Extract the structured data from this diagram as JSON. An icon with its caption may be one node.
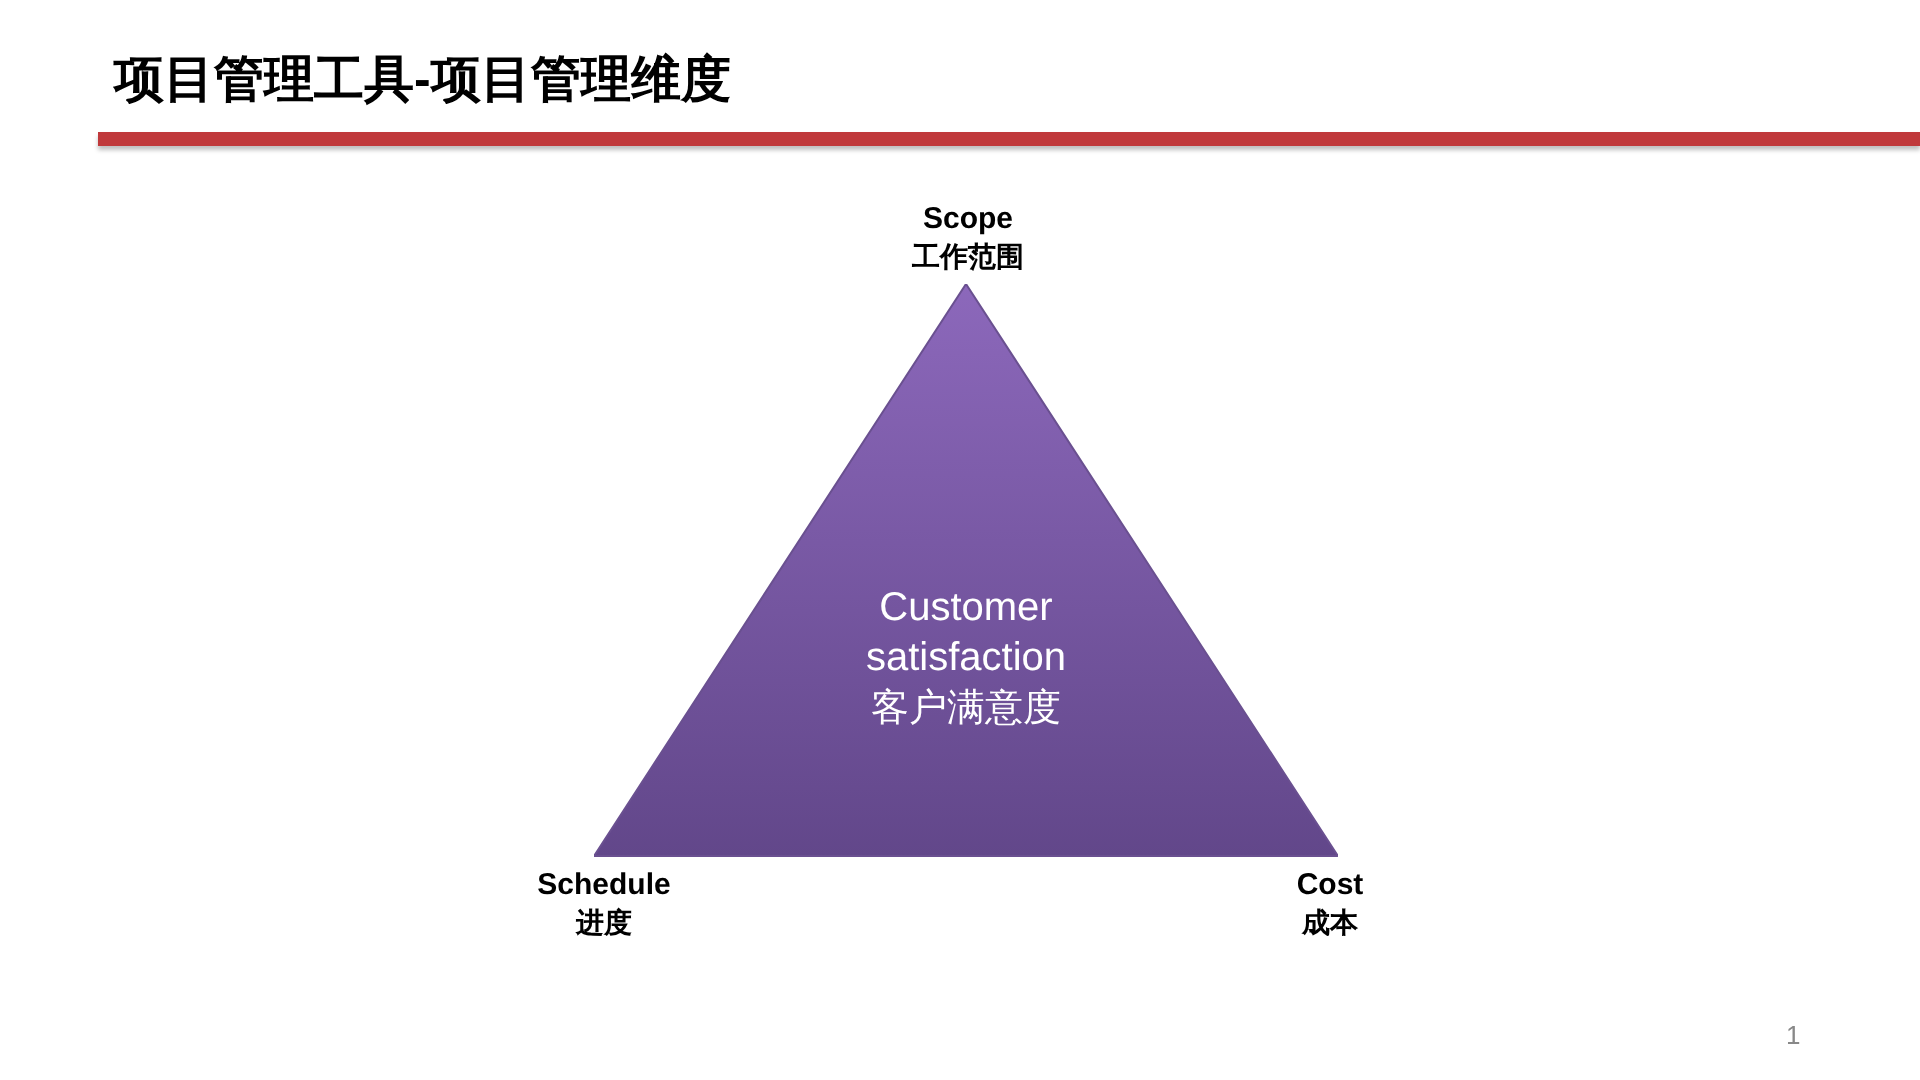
{
  "diagram": {
    "title": "项目管理工具-项目管理维度",
    "nodes": [
      {
        "text": [
          "Customer satisfaction",
          "客户满意度"
        ]
      }
    ],
    "labels": [
      "Scope",
      "工作范围",
      "Schedule",
      "进度",
      "Cost",
      "成本",
      "1"
    ]
  }
}
